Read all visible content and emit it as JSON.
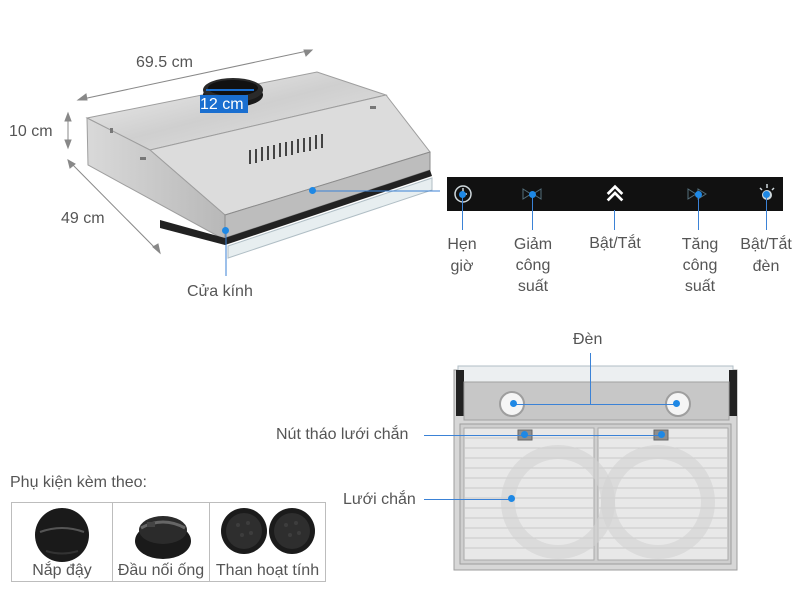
{
  "top_product": {
    "dimensions": {
      "width_label": "69.5 cm",
      "duct_label": "12 cm",
      "height_label": "10 cm",
      "depth_label": "49 cm"
    },
    "glass_label": "Cửa kính"
  },
  "control_panel": {
    "icons": [
      "timer-icon",
      "speed-down-icon",
      "power-icon",
      "speed-up-icon",
      "light-icon"
    ],
    "labels": {
      "timer": "Hẹn\ngiờ",
      "speed_down": "Giảm\ncông\nsuất",
      "power": "Bật/Tắt",
      "speed_up": "Tăng\ncông\nsuất",
      "light": "Bật/Tắt\nđèn"
    }
  },
  "bottom_view": {
    "light_label": "Đèn",
    "filter_release_label": "Nút tháo lưới chắn",
    "filter_label": "Lưới chắn"
  },
  "accessories": {
    "title": "Phụ kiện kèm theo:",
    "items": [
      {
        "label": "Nắp đậy"
      },
      {
        "label": "Đầu nối ống"
      },
      {
        "label": "Than hoạt tính"
      }
    ]
  },
  "colors": {
    "text": "#555555",
    "accent_blue": "#1a6fd0",
    "panel_black": "#111111"
  }
}
